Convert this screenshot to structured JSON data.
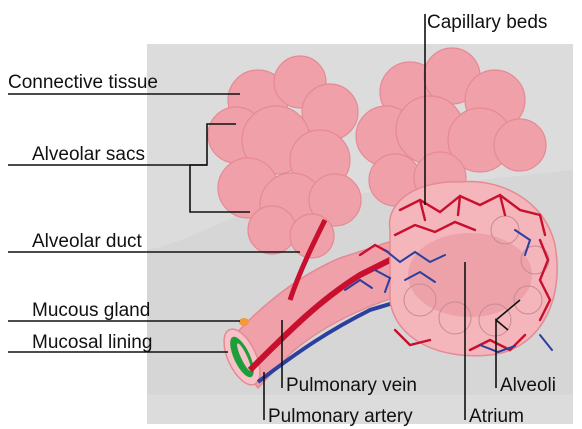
{
  "labels": {
    "capillary_beds": "Capillary beds",
    "connective_tissue": "Connective tissue",
    "alveolar_sacs": "Alveolar sacs",
    "alveolar_duct": "Alveolar duct",
    "mucous_gland": "Mucous gland",
    "mucosal_lining": "Mucosal lining",
    "pulmonary_vein": "Pulmonary vein",
    "pulmonary_artery": "Pulmonary artery",
    "alveoli": "Alveoli",
    "atrium": "Atrium"
  },
  "colors": {
    "background_panel": "#dcdcdc",
    "background_shadow": "#c9c9c9",
    "alveolus_pink": "#f0a0a8",
    "alveolus_outline": "#e58a94",
    "artery_red": "#c8102e",
    "vein_blue": "#2b3f9e",
    "gland_orange": "#f39a3b",
    "lining_green": "#1e9e3a"
  }
}
